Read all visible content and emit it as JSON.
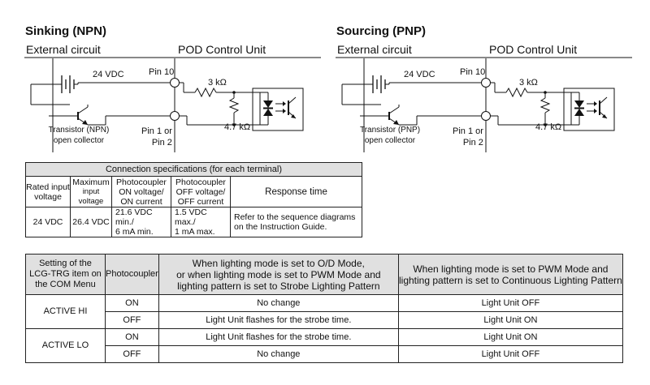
{
  "sinking": {
    "title": "Sinking (NPN)",
    "external": "External circuit",
    "pod": "POD Control Unit",
    "voltage": "24 VDC",
    "pin10": "Pin 10",
    "r1": "3 kΩ",
    "r2": "4.7 kΩ",
    "pin1_line1": "Pin 1 or",
    "pin1_line2": "Pin 2",
    "transistor_line1": "Transistor (NPN)",
    "transistor_line2": "open collector"
  },
  "sourcing": {
    "title": "Sourcing (PNP)",
    "external": "External circuit",
    "pod": "POD Control Unit",
    "voltage": "24 VDC",
    "pin10": "Pin 10",
    "r1": "3 kΩ",
    "r2": "4.7 kΩ",
    "pin1_line1": "Pin 1 or",
    "pin1_line2": "Pin 2",
    "transistor_line1": "Transistor (PNP)",
    "transistor_line2": "open collector"
  },
  "spec_table": {
    "title": "Connection specifications (for each terminal)",
    "h1_a": "Rated input",
    "h1_b": "voltage",
    "h2_a": "Maximum",
    "h2_b": "input voltage",
    "h3_a": "Photocoupler",
    "h3_b": "ON voltage/",
    "h3_c": "ON current",
    "h4_a": "Photocoupler",
    "h4_b": "OFF voltage/",
    "h4_c": "OFF current",
    "h5": "Response time",
    "v1": "24 VDC",
    "v2": "26.4 VDC",
    "v3_a": "21.6 VDC min./",
    "v3_b": "6 mA min.",
    "v4_a": "1.5 VDC max./",
    "v4_b": "1 mA max.",
    "v5_a": "Refer to the sequence diagrams",
    "v5_b": "on the Instruction Guide."
  },
  "mode_table": {
    "h1_a": "Setting of the",
    "h1_b": "LCG-TRG item on",
    "h1_c": "the COM Menu",
    "h2": "Photocoupler",
    "h3_a": "When lighting mode is set to O/D Mode,",
    "h3_b": "or when lighting mode is set to PWM Mode and",
    "h3_c": "lighting pattern is set to Strobe Lighting Pattern",
    "h4_a": "When lighting mode is set to PWM Mode and",
    "h4_b": "lighting pattern is set to Continuous Lighting Pattern",
    "rows": [
      {
        "setting": "ACTIVE HI",
        "pc": "ON",
        "od": "No change",
        "pwm": "Light Unit OFF"
      },
      {
        "setting": "",
        "pc": "OFF",
        "od": "Light Unit flashes for the strobe time.",
        "pwm": "Light Unit ON"
      },
      {
        "setting": "ACTIVE LO",
        "pc": "ON",
        "od": "Light Unit flashes for the strobe time.",
        "pwm": "Light Unit ON"
      },
      {
        "setting": "",
        "pc": "OFF",
        "od": "No change",
        "pwm": "Light Unit OFF"
      }
    ]
  }
}
